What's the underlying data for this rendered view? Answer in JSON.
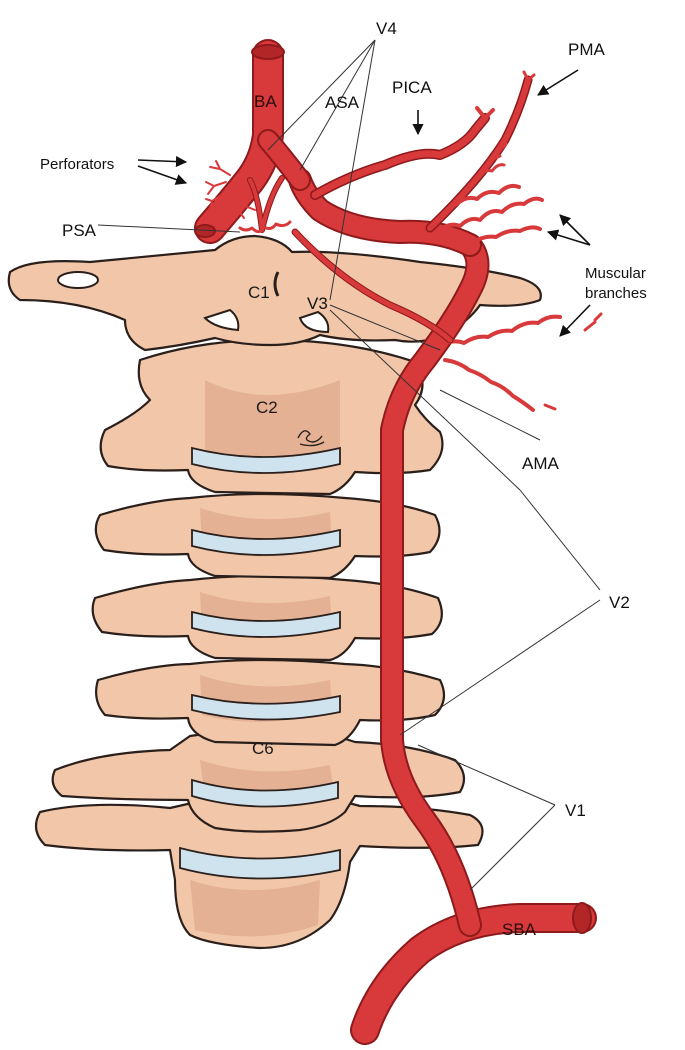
{
  "labels": {
    "v4": "V4",
    "pma": "PMA",
    "ba": "BA",
    "asa": "ASA",
    "pica": "PICA",
    "perforators": "Perforators",
    "psa": "PSA",
    "c1": "C1",
    "v3": "V3",
    "c2": "C2",
    "muscular_branches_line1": "Muscular",
    "muscular_branches_line2": "branches",
    "ama": "AMA",
    "v2": "V2",
    "c6": "C6",
    "v1": "V1",
    "sba": "SBA"
  },
  "colors": {
    "artery": "#d8393a",
    "artery_dark": "#8e1a1c",
    "bone": "#f2c7a9",
    "bone_shade": "#d99f85",
    "disc": "#cfe3ef",
    "ink": "#2a1f1b"
  }
}
